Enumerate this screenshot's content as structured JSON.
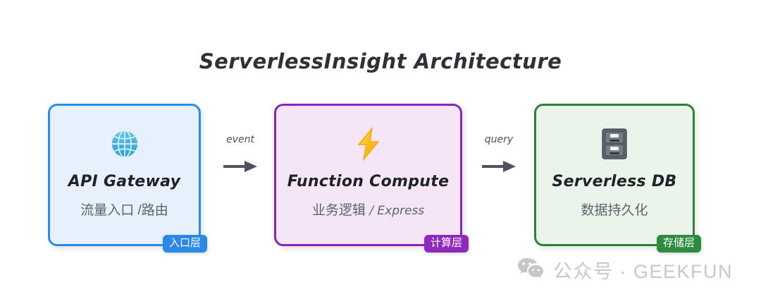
{
  "diagram": {
    "title": "ServerlessInsight Architecture",
    "type": "flow",
    "background_color": "#ffffff",
    "nodes": [
      {
        "id": "api-gateway",
        "icon": "globe-icon",
        "title": "API Gateway",
        "subtitle": "流量入口 /路由",
        "badge": "入口层",
        "fill_color": "#e6f1fd",
        "border_color": "#2b8bea",
        "badge_color": "#2b88e8"
      },
      {
        "id": "function-compute",
        "icon": "lightning-bolt-icon",
        "title": "Function Compute",
        "subtitle_cn": "业务逻辑",
        "subtitle_sep": " / ",
        "subtitle_en": "Express",
        "badge": "计算层",
        "fill_color": "#f4e6f7",
        "border_color": "#8c21bc",
        "badge_color": "#8f28bd"
      },
      {
        "id": "serverless-db",
        "icon": "file-cabinet-icon",
        "title": "Serverless DB",
        "subtitle": "数据持久化",
        "badge": "存储层",
        "fill_color": "#e9f4ea",
        "border_color": "#2d8038",
        "badge_color": "#2d8b3f"
      }
    ],
    "connectors": [
      {
        "id": "event",
        "label": "event",
        "from": "api-gateway",
        "to": "function-compute",
        "arrow_color": "#4d535d"
      },
      {
        "id": "query",
        "label": "query",
        "from": "function-compute",
        "to": "serverless-db",
        "arrow_color": "#4d535d"
      }
    ]
  },
  "watermark": {
    "icon": "wechat-icon",
    "text": "公众号 · GEEKFUN",
    "color": "#c6c7c9"
  }
}
